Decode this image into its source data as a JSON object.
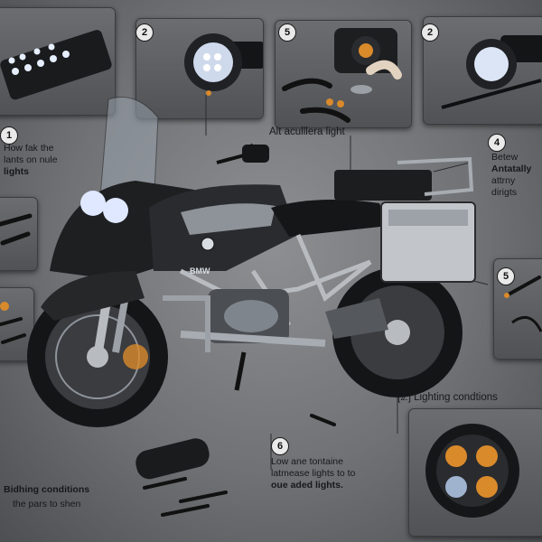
{
  "steps": [
    "1",
    "2",
    "5",
    "2",
    "4",
    "5",
    "6"
  ],
  "labels": {
    "top_left_1": "How fak the",
    "top_left_2": "lants on nule",
    "top_left_3": "lights",
    "center_title": "Alt aculllera light",
    "right_1": "Betew",
    "right_2": "Antatally",
    "right_3": "attrny",
    "right_4": "dirigts",
    "brand": "BMW",
    "lighting_conditions": "[ℤ] Lighting condtions",
    "bottom_1": "Low ane tontaine",
    "bottom_2": "latmease lights to to",
    "bottom_3": "oue aded lights.",
    "bl_1": "Bidhing conditions",
    "bl_2": "the pars to shen"
  },
  "colors": {
    "background": "#7a7c7f",
    "bike_body": "#1e1f21",
    "frame": "#b8bcc1",
    "lamp_glow": "#dfe8ff",
    "amber": "#d98a2b"
  }
}
